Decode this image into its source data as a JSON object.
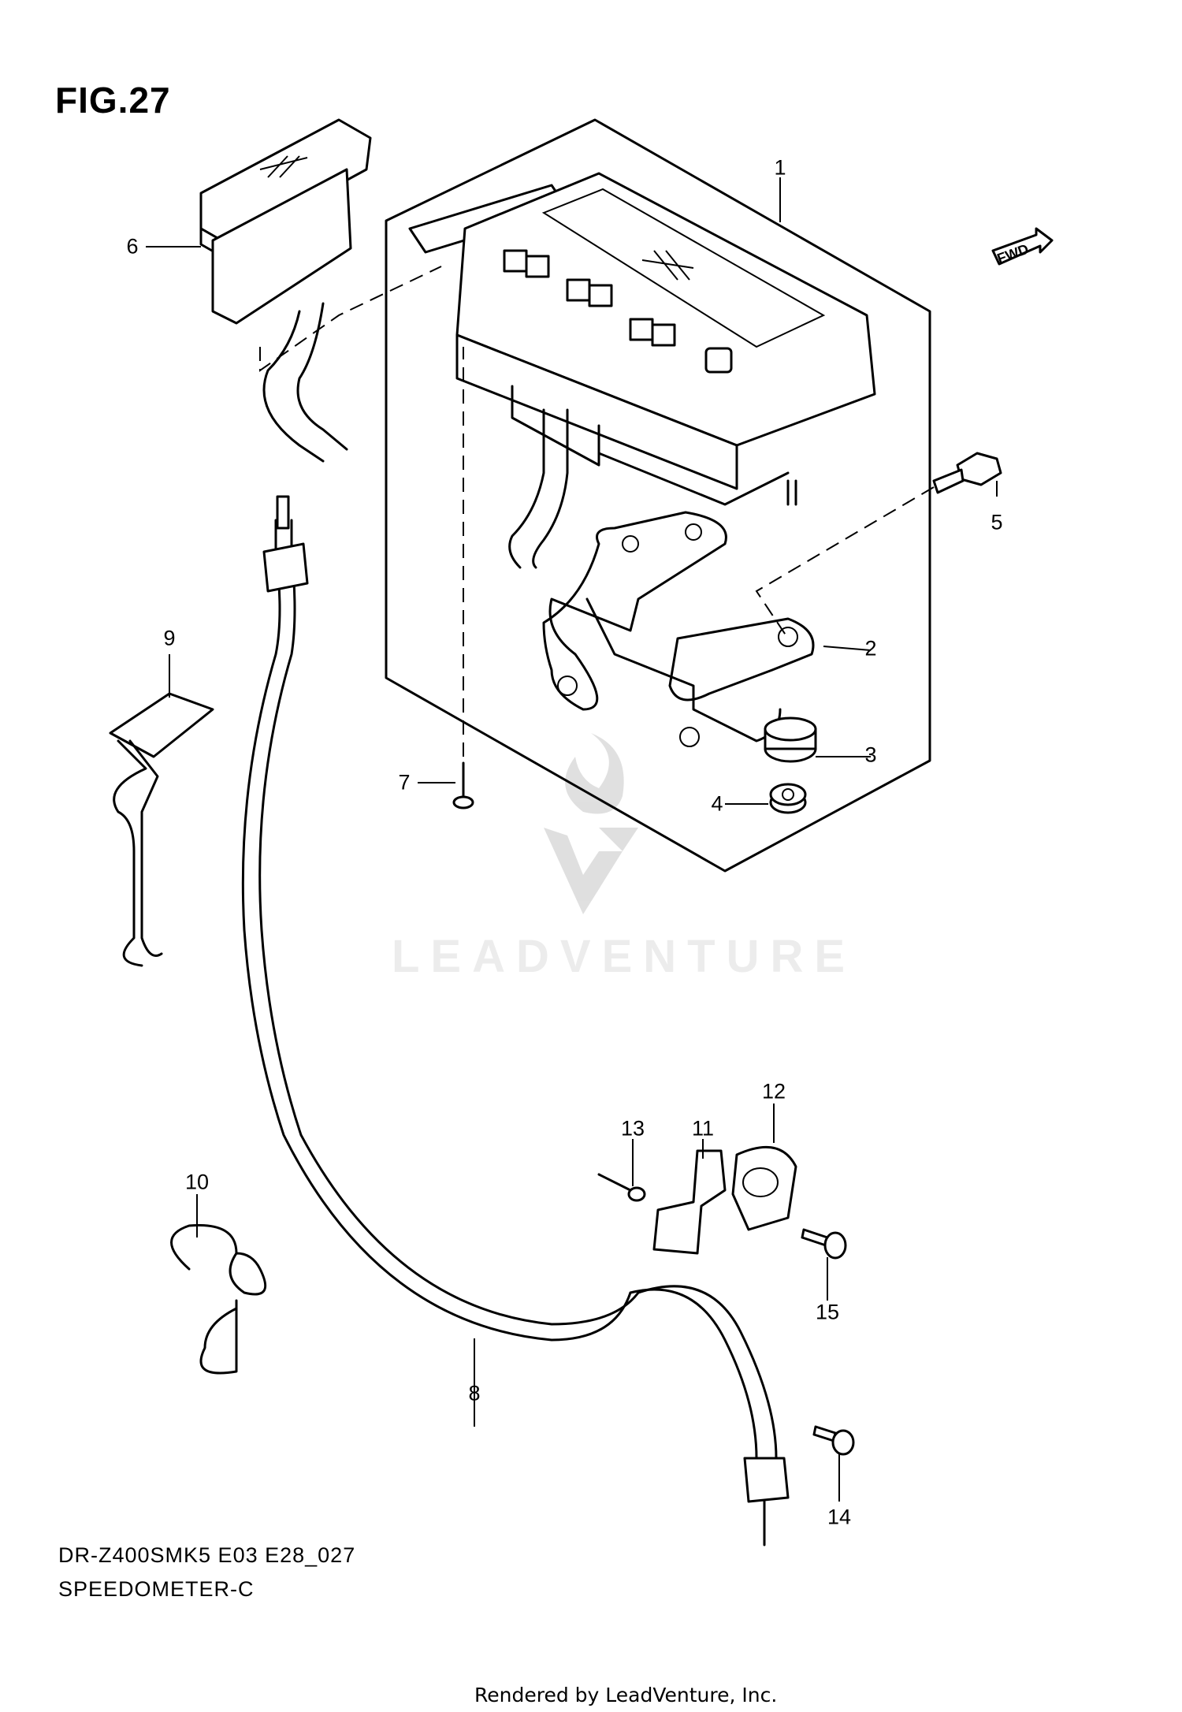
{
  "figure": {
    "title": "FIG.27",
    "model_code": "DR-Z400SMK5 E03 E28_027",
    "name": "SPEEDOMETER-C",
    "credit": "Rendered by LeadVenture, Inc.",
    "watermark": "LEADVENTURE",
    "direction_badge": "FWD"
  },
  "callouts": [
    "1",
    "2",
    "3",
    "4",
    "5",
    "6",
    "7",
    "8",
    "9",
    "10",
    "11",
    "12",
    "13",
    "14",
    "15"
  ]
}
